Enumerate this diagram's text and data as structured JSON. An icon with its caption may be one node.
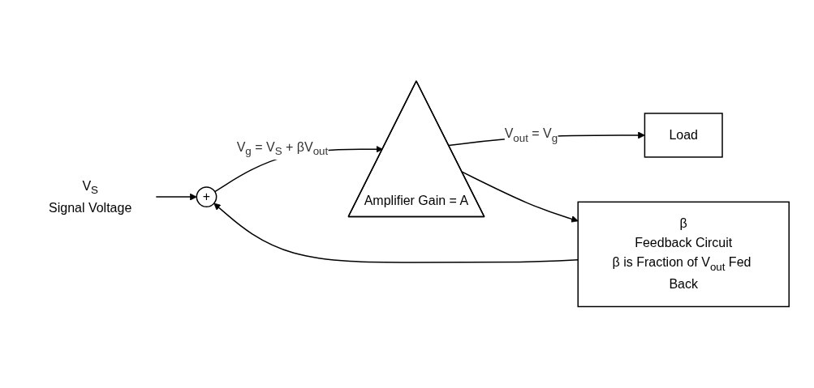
{
  "diagram": {
    "nodes": [
      {
        "text": [
          "V$_{S}$",
          "Signal Voltage"
        ]
      },
      {
        "text": [
          "+"
        ]
      },
      {
        "text": [
          "Amplifier Gain = A"
        ]
      },
      {
        "text": [
          "Load"
        ]
      },
      {
        "text": [
          "β",
          "Feedback Circuit",
          "β is Fraction of V$_{out}$ Fed Back"
        ]
      }
    ],
    "edges": [
      {
        "from": 0,
        "to": 1,
        "arrow": "to"
      },
      {
        "from": 1,
        "to": 2,
        "arrow": "to",
        "label": "V$_{g}$ = V$_{S}$ + βV$_{out}$"
      },
      {
        "from": 2,
        "to": 3,
        "arrow": "to",
        "label": "V$_{out}$ = V$_{g}$"
      },
      {
        "from": 2,
        "to": 4,
        "arrow": "to"
      },
      {
        "from": 4,
        "to": 1,
        "arrow": "to"
      }
    ]
  }
}
